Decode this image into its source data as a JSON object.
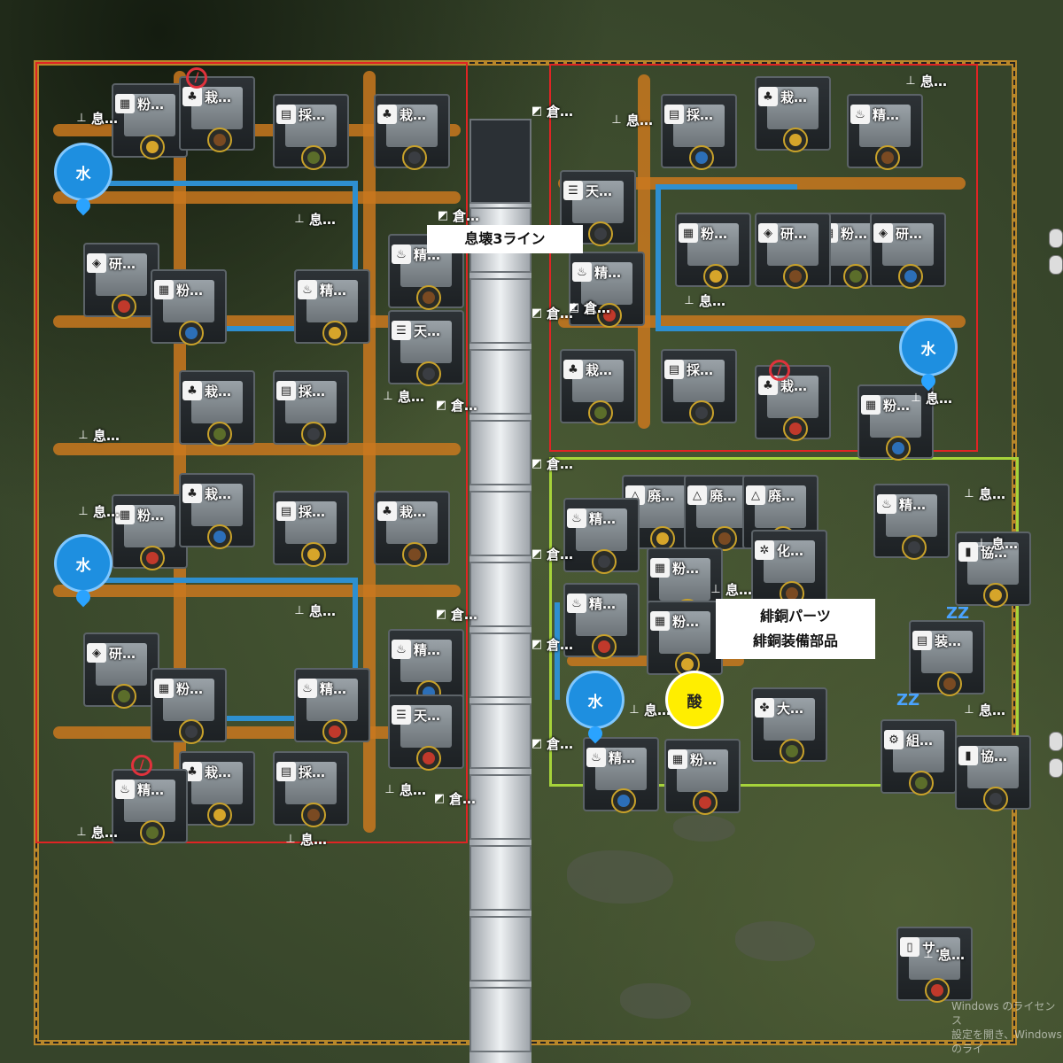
{
  "map": {
    "colors": {
      "ground": "#4a5a34",
      "red_frame": "#e02424",
      "green_frame": "#a6d33a",
      "hazard_border": "#b8872a",
      "belt": "#c9781f",
      "pipe": "#2e8fd0"
    },
    "labels": {
      "line_label": "息壊3ライン",
      "part_label_1": "緋銅パーツ",
      "part_label_2": "緋銅装備部品"
    },
    "water_markers": [
      {
        "text": "水"
      },
      {
        "text": "水"
      },
      {
        "text": "水"
      },
      {
        "text": "水"
      }
    ],
    "acid_marker": {
      "text": "酸"
    },
    "buildings": [
      {
        "icon": "powder-icon",
        "label": "粉…"
      },
      {
        "icon": "plant-icon",
        "label": "栽…"
      },
      {
        "icon": "mine-icon",
        "label": "採…"
      },
      {
        "icon": "plant-icon",
        "label": "栽…"
      },
      {
        "icon": "research-icon",
        "label": "研…"
      },
      {
        "icon": "powder-icon",
        "label": "粉…"
      },
      {
        "icon": "refine-icon",
        "label": "精…"
      },
      {
        "icon": "refine-icon",
        "label": "精…"
      },
      {
        "icon": "plant-icon",
        "label": "栽…"
      },
      {
        "icon": "mine-icon",
        "label": "採…"
      },
      {
        "icon": "powder-icon",
        "label": "粉…"
      },
      {
        "icon": "plant-icon",
        "label": "栽…"
      },
      {
        "icon": "mine-icon",
        "label": "採…"
      },
      {
        "icon": "plant-icon",
        "label": "栽…"
      },
      {
        "icon": "research-icon",
        "label": "研…"
      },
      {
        "icon": "powder-icon",
        "label": "粉…"
      },
      {
        "icon": "refine-icon",
        "label": "精…"
      },
      {
        "icon": "refine-icon",
        "label": "精…"
      },
      {
        "icon": "plant-icon",
        "label": "栽…"
      },
      {
        "icon": "mine-icon",
        "label": "採…"
      },
      {
        "icon": "refine-icon",
        "label": "精…"
      },
      {
        "icon": "sky-icon",
        "label": "天…"
      },
      {
        "icon": "sky-icon",
        "label": "天…"
      },
      {
        "icon": "mine-icon",
        "label": "採…"
      },
      {
        "icon": "plant-icon",
        "label": "栽…"
      },
      {
        "icon": "refine-icon",
        "label": "精…"
      },
      {
        "icon": "powder-icon",
        "label": "粉…"
      },
      {
        "icon": "sky-icon",
        "label": "天…"
      },
      {
        "icon": "refine-icon",
        "label": "精…"
      },
      {
        "icon": "research-icon",
        "label": "研…"
      },
      {
        "icon": "powder-icon",
        "label": "粉…"
      },
      {
        "icon": "research-icon",
        "label": "研…"
      },
      {
        "icon": "plant-icon",
        "label": "栽…"
      },
      {
        "icon": "mine-icon",
        "label": "採…"
      },
      {
        "icon": "plant-icon",
        "label": "栽…"
      },
      {
        "icon": "powder-icon",
        "label": "粉…"
      },
      {
        "icon": "waste-icon",
        "label": "廃…"
      },
      {
        "icon": "waste-icon",
        "label": "廃…"
      },
      {
        "icon": "waste-icon",
        "label": "廃…"
      },
      {
        "icon": "refine-icon",
        "label": "精…"
      },
      {
        "icon": "refine-icon",
        "label": "精…"
      },
      {
        "icon": "powder-icon",
        "label": "粉…"
      },
      {
        "icon": "powder-icon",
        "label": "粉…"
      },
      {
        "icon": "chem-icon",
        "label": "化…"
      },
      {
        "icon": "large-icon",
        "label": "大…"
      },
      {
        "icon": "refine-icon",
        "label": "精…"
      },
      {
        "icon": "powder-icon",
        "label": "粉…"
      },
      {
        "icon": "refine-icon",
        "label": "精…"
      },
      {
        "icon": "coop-icon",
        "label": "協…"
      },
      {
        "icon": "equip-icon",
        "label": "装…"
      },
      {
        "icon": "assemble-icon",
        "label": "組…"
      },
      {
        "icon": "coop-icon",
        "label": "協…"
      },
      {
        "icon": "service-icon",
        "label": "サ…"
      }
    ],
    "breath_tags": [
      {
        "label": "息…"
      },
      {
        "label": "息…"
      },
      {
        "label": "息…"
      },
      {
        "label": "息…"
      },
      {
        "label": "息…"
      },
      {
        "label": "息…"
      },
      {
        "label": "息…"
      },
      {
        "label": "息…"
      },
      {
        "label": "息…"
      },
      {
        "label": "息…"
      },
      {
        "label": "息…"
      },
      {
        "label": "息…"
      },
      {
        "label": "息…"
      },
      {
        "label": "息…"
      },
      {
        "label": "息…"
      },
      {
        "label": "息…"
      },
      {
        "label": "息…"
      },
      {
        "label": "息…"
      },
      {
        "label": "息…"
      },
      {
        "label": "息…"
      }
    ],
    "storage_tags": [
      {
        "label": "倉…"
      },
      {
        "label": "倉…"
      },
      {
        "label": "倉…"
      },
      {
        "label": "倉…"
      },
      {
        "label": "倉…"
      },
      {
        "label": "倉…"
      },
      {
        "label": "倉…"
      },
      {
        "label": "倉…"
      },
      {
        "label": "倉…"
      },
      {
        "label": "倉…"
      },
      {
        "label": "倉…"
      }
    ]
  },
  "watermark": {
    "line1": "Windows のライセンス",
    "line2": "設定を開き、Windows のライ"
  }
}
